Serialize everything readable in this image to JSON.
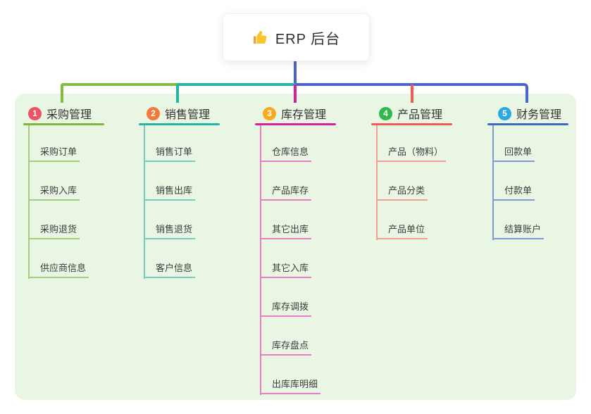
{
  "root": {
    "title": "ERP 后台",
    "icon": "thumbs-up-icon"
  },
  "colors": {
    "panel": "#eaf6e4",
    "green": "#85bb40",
    "teal": "#29b2a8",
    "magenta": "#d6219c",
    "red": "#f25a55",
    "blue": "#4a66cb"
  },
  "branches": [
    {
      "index": "1",
      "title": "采购管理",
      "badge_color": "#ee5266",
      "line_color": "#82b440",
      "line_color_light": "#a6cd7f",
      "items": [
        "采购订单",
        "采购入库",
        "采购退货",
        "供应商信息"
      ]
    },
    {
      "index": "2",
      "title": "销售管理",
      "badge_color": "#f3793b",
      "line_color": "#29b2a8",
      "line_color_light": "#74ccc3",
      "items": [
        "销售订单",
        "销售出库",
        "销售退货",
        "客户信息"
      ]
    },
    {
      "index": "3",
      "title": "库存管理",
      "badge_color": "#f9a91d",
      "line_color": "#d6219c",
      "line_color_light": "#e77fc2",
      "items": [
        "仓库信息",
        "产品库存",
        "其它出库",
        "其它入库",
        "库存调拨",
        "库存盘点",
        "出库库明细"
      ]
    },
    {
      "index": "4",
      "title": "产品管理",
      "badge_color": "#2eb84d",
      "line_color": "#f25a55",
      "line_color_light": "#f59d97",
      "items": [
        "产品（物料）",
        "产品分类",
        "产品单位"
      ]
    },
    {
      "index": "5",
      "title": "财务管理",
      "badge_color": "#29a9e0",
      "line_color": "#3e68c4",
      "line_color_light": "#8398d4",
      "items": [
        "回款单",
        "付款单",
        "结算账户"
      ]
    }
  ]
}
